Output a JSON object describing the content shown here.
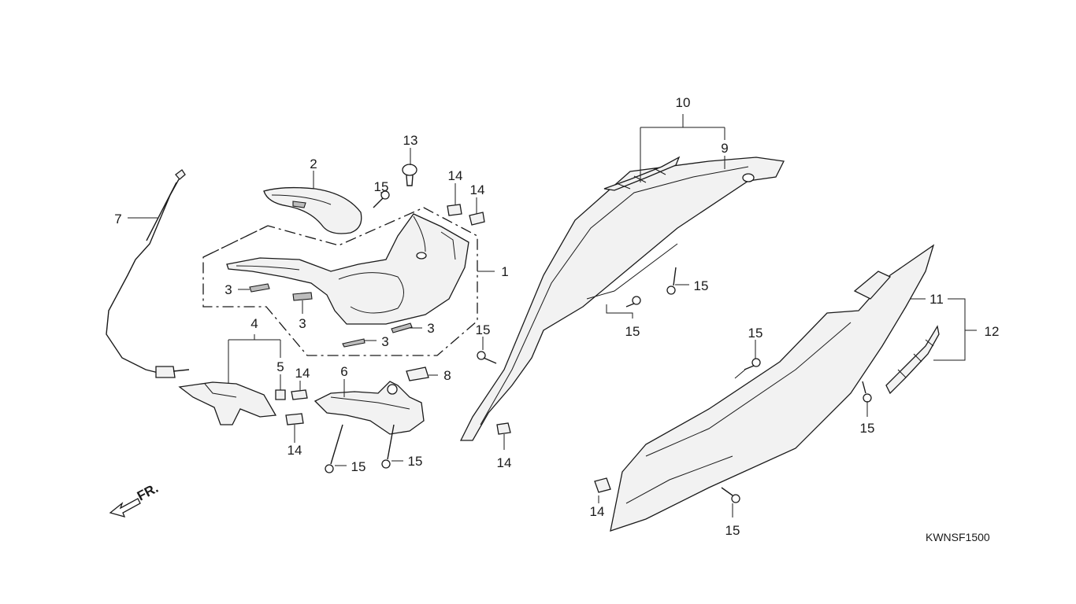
{
  "diagram_code": "KWNSF1500",
  "direction_marker": "FR.",
  "callouts": {
    "c1": "1",
    "c2": "2",
    "c3a": "3",
    "c3b": "3",
    "c3c": "3",
    "c3d": "3",
    "c4": "4",
    "c5": "5",
    "c6": "6",
    "c7": "7",
    "c8": "8",
    "c9": "9",
    "c10": "10",
    "c11": "11",
    "c12": "12",
    "c13": "13",
    "c14a": "14",
    "c14b": "14",
    "c14c": "14",
    "c14d": "14",
    "c14e": "14",
    "c14f": "14",
    "c15a": "15",
    "c15b": "15",
    "c15c": "15",
    "c15d": "15",
    "c15e": "15",
    "c15f": "15",
    "c15g": "15",
    "c15h": "15",
    "c15i": "15"
  },
  "colors": {
    "line": "#1a1a1a",
    "part_fill": "#f2f2f2",
    "background": "#ffffff"
  }
}
